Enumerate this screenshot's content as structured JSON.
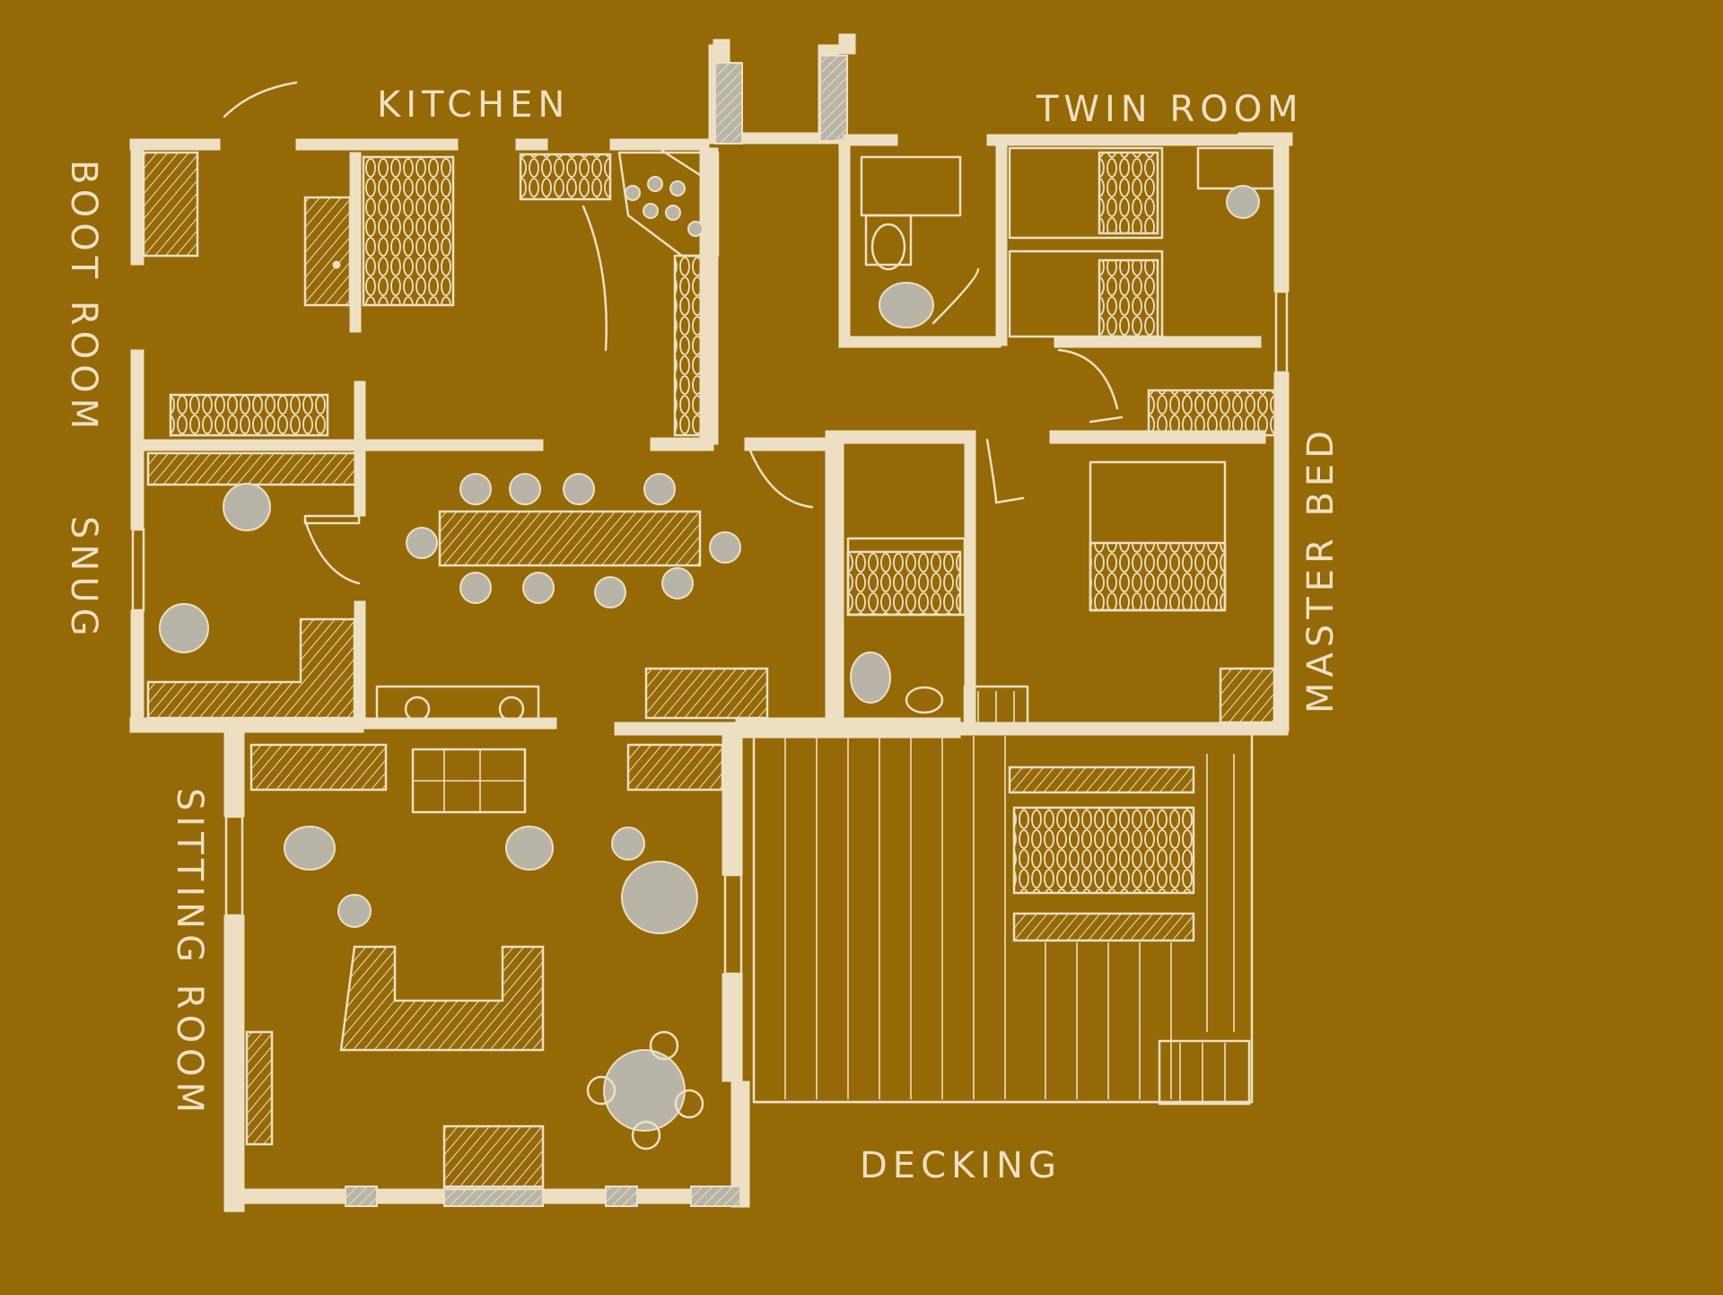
{
  "colors": {
    "background": "#946906",
    "ink": "#ede0c2",
    "shade": "#b9b4a8"
  },
  "labels": {
    "kitchen": "KITCHEN",
    "twin_room": "TWIN ROOM",
    "boot_room": "BOOT ROOM",
    "snug": "SNUG",
    "master_bed": "MASTER BED",
    "sitting_room": "SITTING ROOM",
    "decking": "DECKING"
  }
}
